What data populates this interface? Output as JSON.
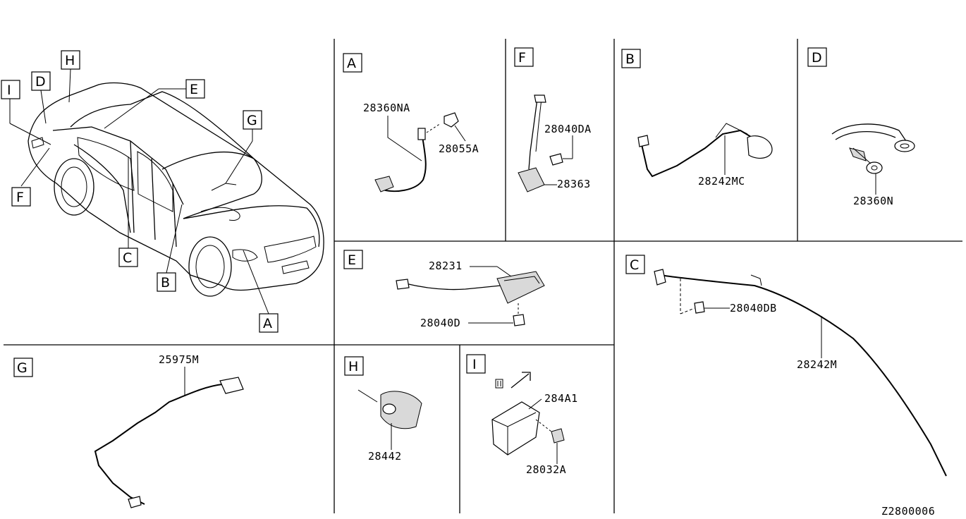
{
  "diagram": {
    "code": "Z2800006",
    "car_callouts": [
      "H",
      "D",
      "I",
      "E",
      "G",
      "F",
      "C",
      "B",
      "A"
    ],
    "panels": {
      "A": {
        "letter": "A",
        "parts": [
          "28360NA",
          "28055A"
        ]
      },
      "F": {
        "letter": "F",
        "parts": [
          "28040DA",
          "28363"
        ]
      },
      "B": {
        "letter": "B",
        "parts": [
          "28242MC"
        ]
      },
      "D": {
        "letter": "D",
        "parts": [
          "28360N"
        ]
      },
      "E": {
        "letter": "E",
        "parts": [
          "28231",
          "28040D"
        ]
      },
      "C": {
        "letter": "C",
        "parts": [
          "28040DB",
          "28242M"
        ]
      },
      "G": {
        "letter": "G",
        "parts": [
          "25975M"
        ]
      },
      "H": {
        "letter": "H",
        "parts": [
          "28442"
        ]
      },
      "I": {
        "letter": "I",
        "parts": [
          "284A1",
          "28032A"
        ]
      }
    }
  }
}
